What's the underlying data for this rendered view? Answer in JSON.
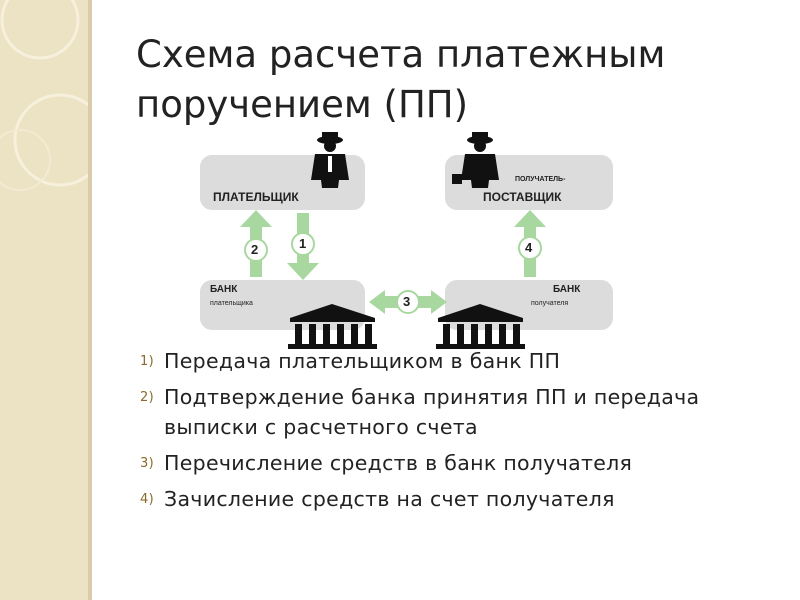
{
  "title": {
    "line1": "Схема расчета платежным",
    "line2": "поручением (ПП)"
  },
  "diagram": {
    "payer": "ПЛАТЕЛЬЩИК",
    "supplier_top": "ПОЛУЧАТЕЛЬ-",
    "supplier_bottom": "ПОСТАВЩИК",
    "bank_payer_title": "БАНК",
    "bank_payer_sub": "плательщика",
    "bank_recipient_title": "БАНК",
    "bank_recipient_sub": "получателя",
    "arrow1": "1",
    "arrow2": "2",
    "arrow3": "3",
    "arrow4": "4"
  },
  "list": [
    {
      "num": "1)",
      "text": "Передача плательщиком в банк ПП"
    },
    {
      "num": "2)",
      "text": "Подтверждение банка принятия ПП и передача выписки с расчетного счета"
    },
    {
      "num": "3)",
      "text": "Перечисление средств в банк получателя"
    },
    {
      "num": "4)",
      "text": "Зачисление средств на счет получателя"
    }
  ]
}
